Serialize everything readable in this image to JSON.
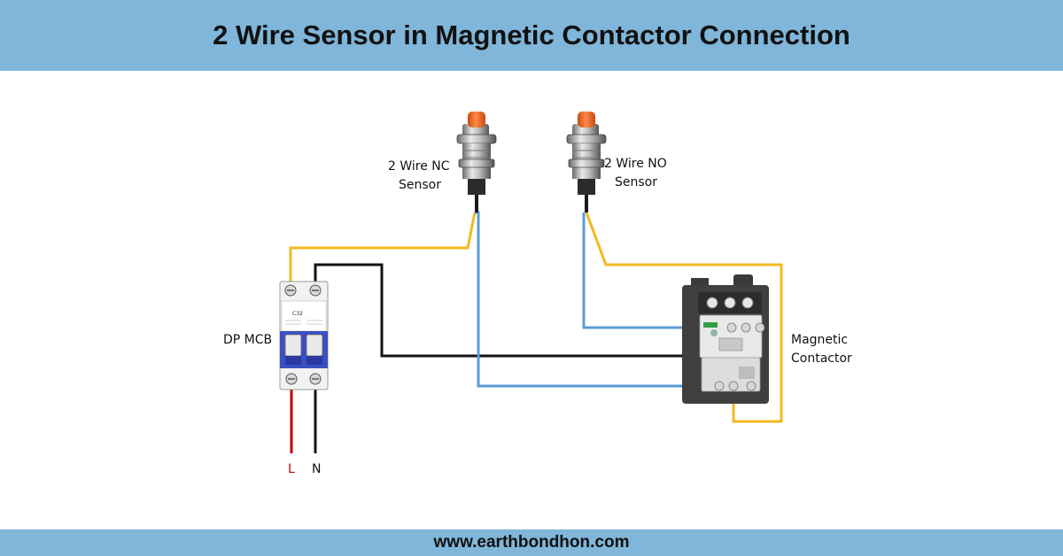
{
  "title": "2 Wire Sensor in Magnetic Contactor Connection",
  "footer": "www.earthbondhon.com",
  "labels": {
    "nc_sensor_line1": "2 Wire NC",
    "nc_sensor_line2": "Sensor",
    "no_sensor_line1": "2 Wire NO",
    "no_sensor_line2": "Sensor",
    "mcb": "DP MCB",
    "contactor_line1": "Magnetic",
    "contactor_line2": "Contactor",
    "line": "L",
    "neutral": "N"
  },
  "mcb_text": {
    "rating": "C32"
  },
  "colors": {
    "banner": "#7fb6d9",
    "wire_yellow": "#f2b81f",
    "wire_blue": "#5b9bd5",
    "wire_black": "#111111",
    "wire_red": "#c00000",
    "sensor_cap": "#f06a2a",
    "mcb_lever": "#3b4fc4"
  },
  "icons": [
    "nc-sensor-icon",
    "no-sensor-icon",
    "dp-mcb-icon",
    "magnetic-contactor-icon"
  ]
}
